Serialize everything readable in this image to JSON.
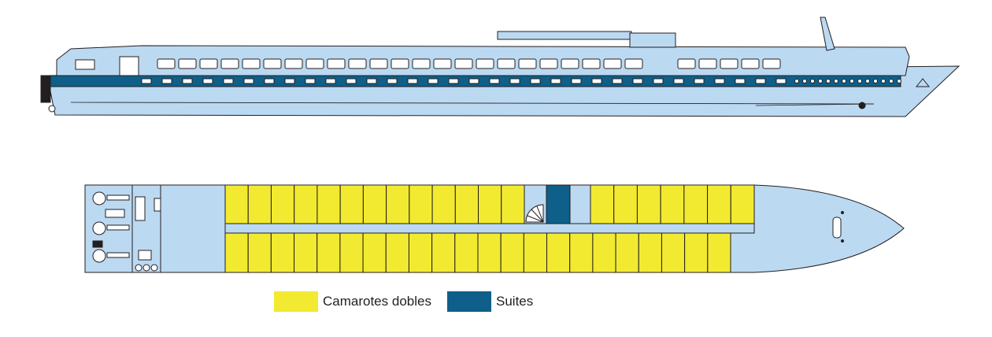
{
  "colors": {
    "hull_light": "#bcd9f2",
    "hull_stroke": "#231f20",
    "stripe_dark": "#0e5f8a",
    "cabin_double": "#f2ea30",
    "cabin_suite": "#0e5f8a",
    "floor": "#bcd9f2"
  },
  "legend": {
    "items": [
      {
        "label": "Camarotes dobles",
        "color": "#f2ea30",
        "icon": "double-cabin-swatch"
      },
      {
        "label": "Suites",
        "color": "#0e5f8a",
        "icon": "suite-swatch"
      }
    ]
  },
  "deck_plan": {
    "top_row_left_count": 13,
    "top_row_right_count": 7,
    "bottom_row_count": 22,
    "suite_count": 1
  }
}
